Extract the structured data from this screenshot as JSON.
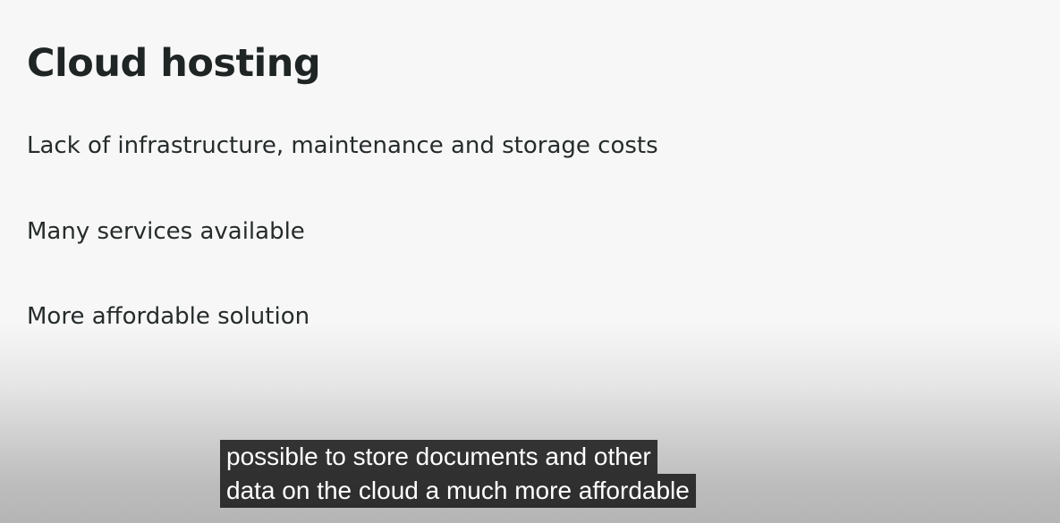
{
  "slide": {
    "title": "Cloud hosting",
    "bullets": [
      "Lack of infrastructure, maintenance and storage costs",
      "Many services available",
      "More affordable solution"
    ]
  },
  "captions": {
    "lines": [
      "possible to store documents and other",
      "data on the cloud a much more affordable"
    ]
  }
}
